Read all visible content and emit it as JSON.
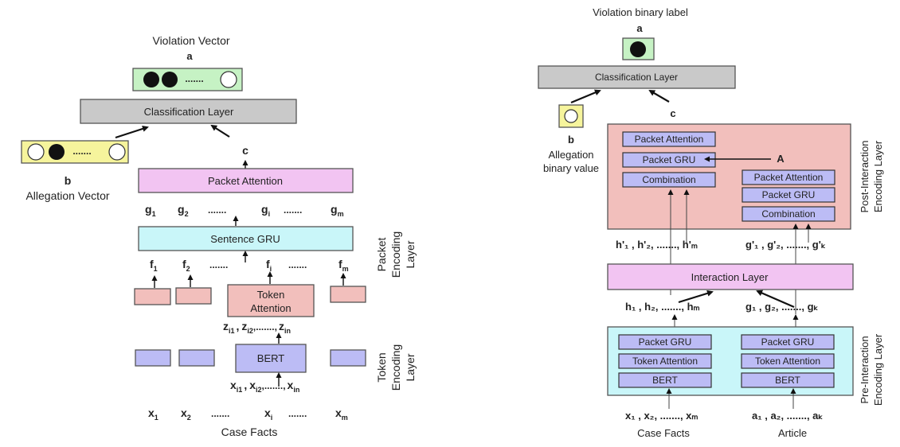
{
  "colors": {
    "green": "#c6f2c4",
    "gray": "#c9c9c9",
    "yellow": "#f6f49c",
    "pink": "#f2c4f2",
    "cyan": "#c9f6f9",
    "salmon": "#f2bfbc",
    "lavender": "#bcbcf5",
    "post_bg": "#f2bfbc",
    "pre_bg": "#c9f6f9"
  },
  "left": {
    "violation_title": "Violation Vector",
    "violation_letter": "a",
    "violation_dots": ".......",
    "classification": "Classification Layer",
    "allegation_letter": "b",
    "allegation_title": "Allegation Vector",
    "allegation_dots": ".......",
    "c_label": "c",
    "packet_attention": "Packet Attention",
    "g_row": [
      {
        "base": "g",
        "sub": "1"
      },
      {
        "base": "g",
        "sub": "2"
      },
      {
        "base": ".......",
        "sub": ""
      },
      {
        "base": "g",
        "sub": "i"
      },
      {
        "base": ".......",
        "sub": ""
      },
      {
        "base": "g",
        "sub": "m"
      }
    ],
    "sentence_gru": "Sentence GRU",
    "f_row": [
      {
        "base": "f",
        "sub": "1"
      },
      {
        "base": "f",
        "sub": "2"
      },
      {
        "base": ".......",
        "sub": ""
      },
      {
        "base": "f",
        "sub": "i"
      },
      {
        "base": ".......",
        "sub": ""
      },
      {
        "base": "f",
        "sub": "m"
      }
    ],
    "token_attention_1": "Token",
    "token_attention_2": "Attention",
    "z_row": {
      "z1": "z",
      "z1sub": "i1",
      "sep1": ",",
      "z2": "z",
      "z2sub": "i2",
      "dots": ",.......,",
      "zn": "z",
      "znsub": "in"
    },
    "bert": "BERT",
    "xi_row": {
      "x1": "x",
      "x1sub": "i1",
      "sep1": ",",
      "x2": "x",
      "x2sub": "i2",
      "dots": ",.......,",
      "xn": "x",
      "xnsub": "in"
    },
    "x_row": [
      {
        "base": "x",
        "sub": "1"
      },
      {
        "base": "x",
        "sub": "2"
      },
      {
        "base": ".......",
        "sub": ""
      },
      {
        "base": "x",
        "sub": "i"
      },
      {
        "base": ".......",
        "sub": ""
      },
      {
        "base": "x",
        "sub": "m"
      }
    ],
    "case_facts": "Case Facts",
    "packet_layer_1": "Packet",
    "packet_layer_2": "Encoding",
    "packet_layer_3": "Layer",
    "token_layer_1": "Token",
    "token_layer_2": "Encoding",
    "token_layer_3": "Layer"
  },
  "right": {
    "violation_title": "Violation binary label",
    "violation_letter": "a",
    "classification": "Classification Layer",
    "allegation_letter": "b",
    "allegation_title_1": "Allegation",
    "allegation_title_2": "binary value",
    "c_label": "c",
    "A_label": "A",
    "post_left": [
      "Packet Attention",
      "Packet GRU",
      "Combination"
    ],
    "post_right": [
      "Packet Attention",
      "Packet GRU",
      "Combination"
    ],
    "post_layer_1": "Post-Interaction",
    "post_layer_2": "Encoding Layer",
    "hprime": "h'₁ , h'₂, ......., h'ₘ",
    "gprime": "g'₁ , g'₂, ......., g'ₖ",
    "interaction": "Interaction Layer",
    "h_row": "h₁ , h₂, ......., hₘ",
    "g_row": "g₁ , g₂, ......., gₖ",
    "pre_left": [
      "Packet GRU",
      "Token Attention",
      "BERT"
    ],
    "pre_right": [
      "Packet GRU",
      "Token Attention",
      "BERT"
    ],
    "pre_layer_1": "Pre-Interaction",
    "pre_layer_2": "Encoding Layer",
    "x_row": "x₁ , x₂, ......., xₘ",
    "a_row": "a₁ , a₂, ......., aₖ",
    "case_facts": "Case Facts",
    "article": "Article"
  }
}
